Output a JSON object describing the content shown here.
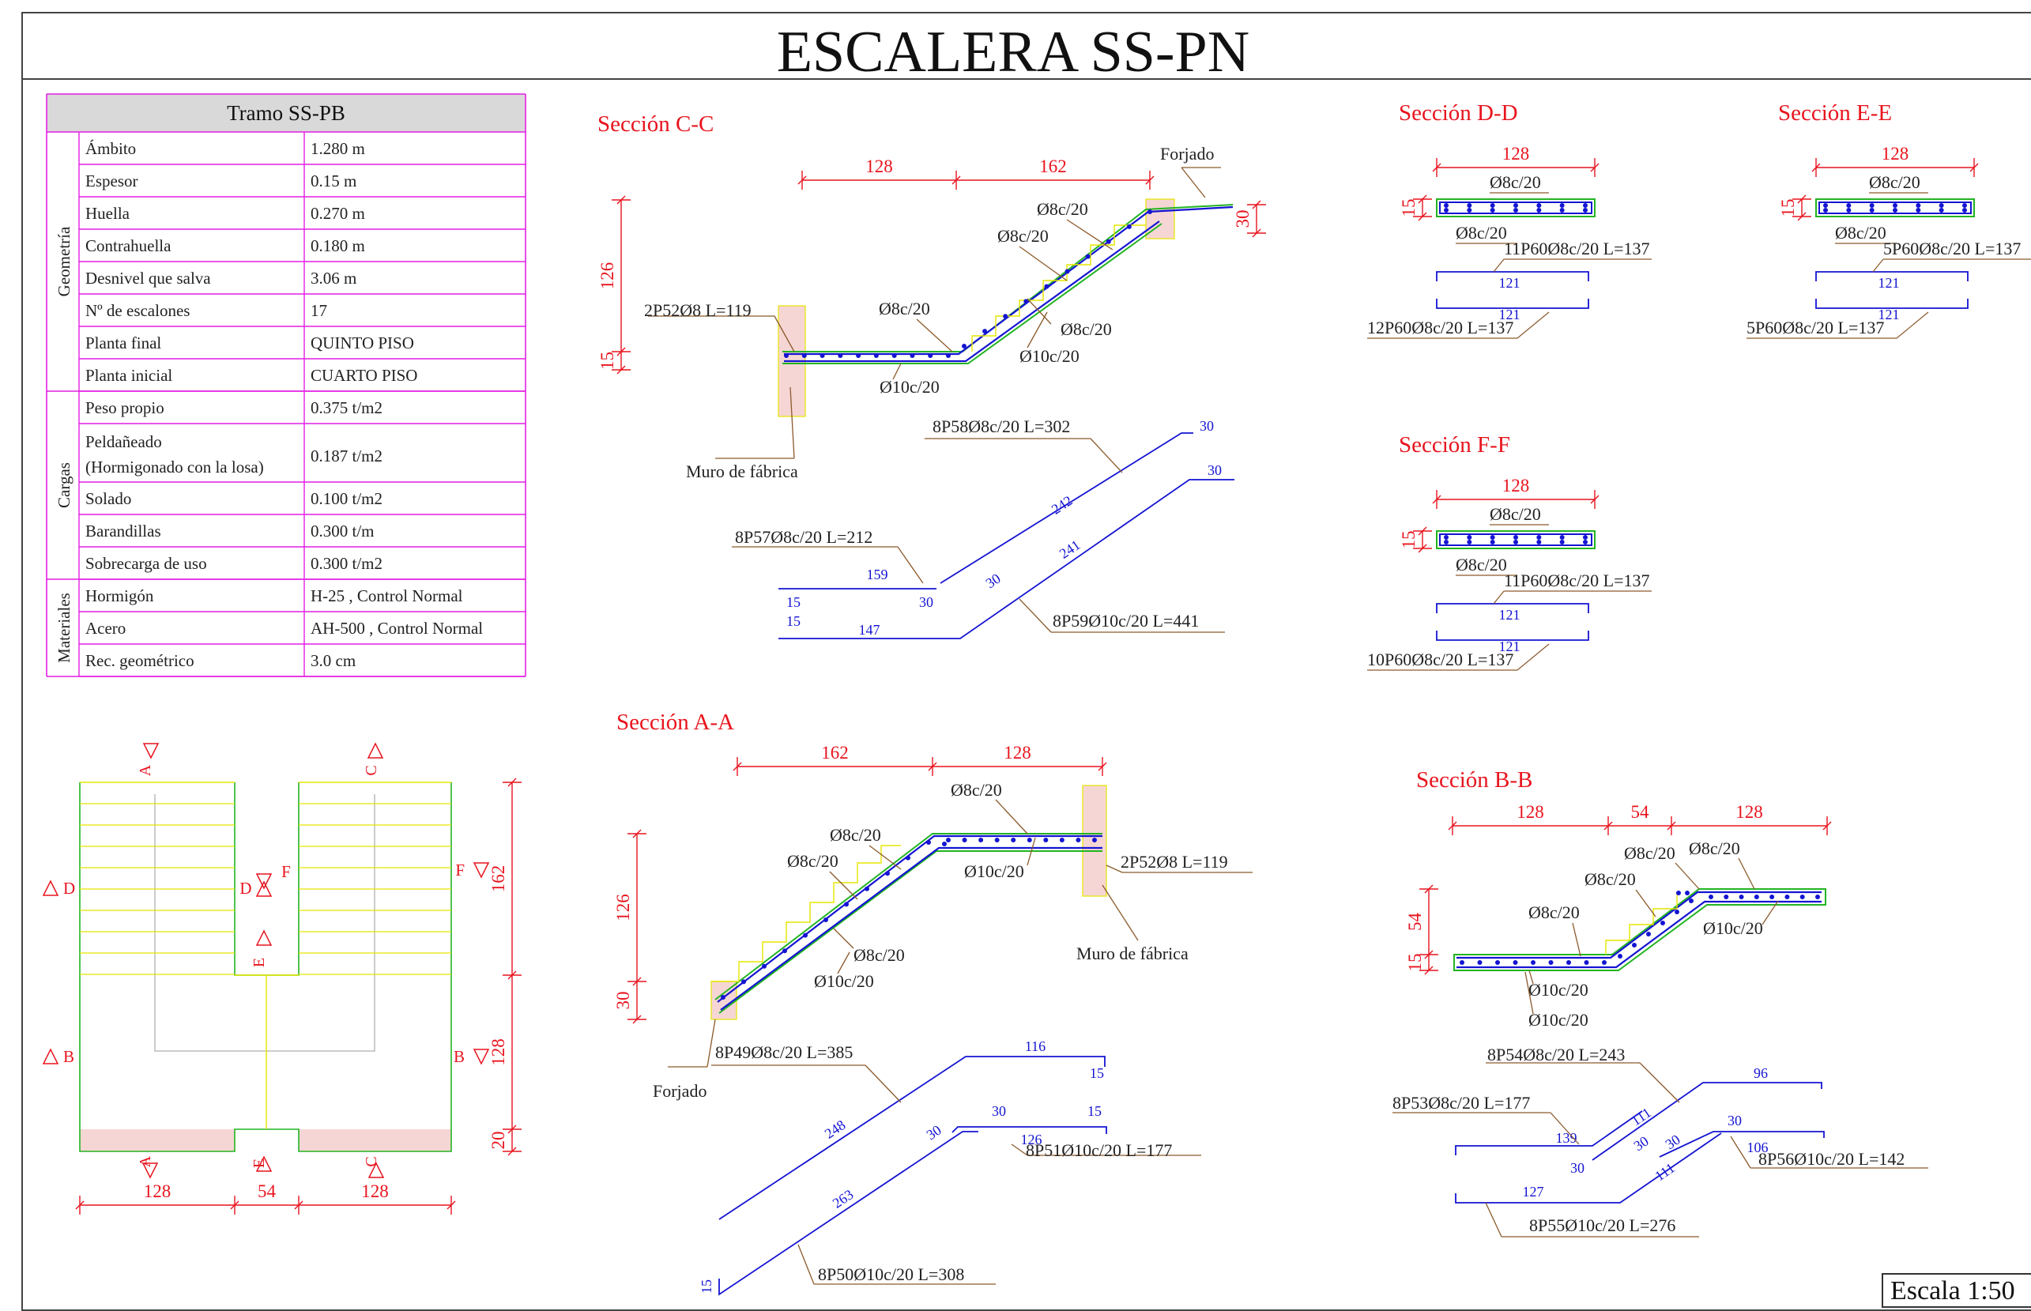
{
  "title": "ESCALERA SS-PN",
  "scale": "Escala 1:50",
  "table": {
    "header": "Tramo SS-PB",
    "groups": [
      {
        "name": "Geometría",
        "rows": [
          {
            "label": "Ámbito",
            "value": "1.280 m"
          },
          {
            "label": "Espesor",
            "value": "0.15 m"
          },
          {
            "label": "Huella",
            "value": "0.270 m"
          },
          {
            "label": "Contrahuella",
            "value": "0.180 m"
          },
          {
            "label": "Desnivel que salva",
            "value": "3.06 m"
          },
          {
            "label": "Nº de escalones",
            "value": "17"
          },
          {
            "label": "Planta final",
            "value": "QUINTO PISO"
          },
          {
            "label": "Planta inicial",
            "value": "CUARTO PISO"
          }
        ]
      },
      {
        "name": "Cargas",
        "rows": [
          {
            "label": "Peso propio",
            "value": "0.375 t/m2"
          },
          {
            "label": "Peldañeado",
            "label2": "(Hormigonado con la losa)",
            "value": "0.187 t/m2"
          },
          {
            "label": "Solado",
            "value": "0.100 t/m2"
          },
          {
            "label": "Barandillas",
            "value": "0.300 t/m"
          },
          {
            "label": "Sobrecarga de uso",
            "value": "0.300 t/m2"
          }
        ]
      },
      {
        "name": "Materiales",
        "rows": [
          {
            "label": "Hormigón",
            "value": "H-25    , Control Normal"
          },
          {
            "label": "Acero",
            "value": "AH-500 , Control Normal"
          },
          {
            "label": "Rec. geométrico",
            "value": "3.0 cm"
          }
        ]
      }
    ]
  },
  "plan": {
    "labels": {
      "a": "A",
      "b": "B",
      "c": "C",
      "d": "D",
      "e": "E",
      "f": "F"
    },
    "dims_bottom": [
      "128",
      "54",
      "128"
    ],
    "dims_right": [
      "162",
      "128",
      "20"
    ]
  },
  "section_cc": {
    "title": "Sección C-C",
    "dims_top": [
      "128",
      "162"
    ],
    "dims_left": [
      "126",
      "15"
    ],
    "dim_right": "30",
    "labels": {
      "forjado": "Forjado",
      "muro": "Muro de fábrica",
      "bar_2p52": "2P52Ø8 L=119",
      "r1": "Ø8c/20",
      "r2": "Ø8c/20",
      "r3": "Ø8c/20",
      "r4": "Ø8c/20",
      "r5": "Ø10c/20",
      "r6": "Ø10c/20"
    },
    "bars": {
      "p58": "8P58Ø8c/20 L=302",
      "p58_a": "30",
      "p58_b": "242",
      "p57": "8P57Ø8c/20 L=212",
      "p57_a": "159",
      "p57_b": "15",
      "p57_c": "30",
      "p59": "8P59Ø10c/20 L=441",
      "p59_a": "30",
      "p59_b": "241",
      "p59_c": "30",
      "p59_d": "15",
      "p59_e": "147"
    }
  },
  "section_aa": {
    "title": "Sección A-A",
    "dims_top": [
      "162",
      "128"
    ],
    "dims_left": [
      "126",
      "30"
    ],
    "labels": {
      "forjado": "Forjado",
      "muro": "Muro de fábrica",
      "bar_2p52": "2P52Ø8 L=119",
      "r1": "Ø8c/20",
      "r2": "Ø8c/20",
      "r3": "Ø8c/20",
      "r4": "Ø8c/20",
      "r5": "Ø10c/20",
      "r6": "Ø10c/20"
    },
    "bars": {
      "p49": "8P49Ø8c/20 L=385",
      "p49_a": "116",
      "p49_b": "15",
      "p49_c": "248",
      "p51": "8P51Ø10c/20 L=177",
      "p51_a": "30",
      "p51_b": "15",
      "p51_c": "126",
      "p51_d": "30",
      "p50": "8P50Ø10c/20 L=308",
      "p50_a": "263",
      "p50_b": "15"
    }
  },
  "section_dd": {
    "title": "Sección D-D",
    "dim": "128",
    "thk": "15",
    "top": "Ø8c/20",
    "bottom": "Ø8c/20",
    "bar1": "11P60Ø8c/20 L=137",
    "bar1_len": "121",
    "bar2": "12P60Ø8c/20 L=137",
    "bar2_len": "121"
  },
  "section_ee": {
    "title": "Sección E-E",
    "dim": "128",
    "thk": "15",
    "top": "Ø8c/20",
    "bottom": "Ø8c/20",
    "bar1": "5P60Ø8c/20 L=137",
    "bar1_len": "121",
    "bar2": "5P60Ø8c/20 L=137",
    "bar2_len": "121"
  },
  "section_ff": {
    "title": "Sección F-F",
    "dim": "128",
    "thk": "15",
    "top": "Ø8c/20",
    "bottom": "Ø8c/20",
    "bar1": "11P60Ø8c/20 L=137",
    "bar1_len": "121",
    "bar2": "10P60Ø8c/20 L=137",
    "bar2_len": "121"
  },
  "section_bb": {
    "title": "Sección B-B",
    "dims_top": [
      "128",
      "54",
      "128"
    ],
    "dims_left": [
      "54",
      "15"
    ],
    "labels": {
      "r1": "Ø8c/20",
      "r2": "Ø8c/20",
      "r3": "Ø8c/20",
      "r4": "Ø8c/20",
      "r5": "Ø10c/20",
      "r6": "Ø10c/20",
      "r7": "Ø10c/20"
    },
    "bars": {
      "p54": "8P54Ø8c/20 L=243",
      "p54_a": "96",
      "p54_b": "111",
      "p53": "8P53Ø8c/20 L=177",
      "p53_a": "139",
      "p53_b": "30",
      "p53_c": "30",
      "p56": "8P56Ø10c/20 L=142",
      "p56_a": "30",
      "p56_b": "106",
      "p56_c": "30",
      "p55": "8P55Ø10c/20 L=276",
      "p55_a": "127",
      "p55_b": "111"
    }
  }
}
